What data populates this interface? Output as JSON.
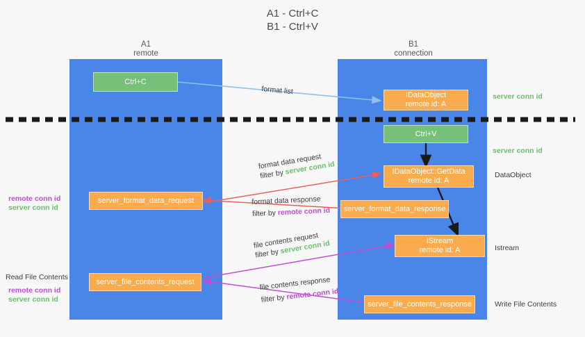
{
  "title": {
    "line1": "A1 - Ctrl+C",
    "line2": "B1 - Ctrl+V"
  },
  "columns": [
    {
      "name": "A1",
      "sub": "remote"
    },
    {
      "name": "B1",
      "sub": "connection"
    }
  ],
  "nodes": {
    "ctrl_c": {
      "label": "Ctrl+C"
    },
    "idataobject": {
      "line1": "IDataObject",
      "line2": "remote id: A"
    },
    "ctrl_v": {
      "label": "Ctrl+V"
    },
    "getdata": {
      "line1": "IDataObject::GetData",
      "line2": "remote id: A"
    },
    "istream": {
      "line1": "IStream",
      "line2": "remote id: A"
    },
    "server_format_data_request": {
      "label": "server_format_data_request"
    },
    "server_format_data_response": {
      "label": "server_format_data_response"
    },
    "server_file_contents_request": {
      "label": "server_file_contents_request"
    },
    "server_file_contents_response": {
      "label": "server_file_contents_response"
    }
  },
  "edge_labels": {
    "format_list": {
      "text": "format list"
    },
    "format_data_request": {
      "line1": "format data request",
      "filter_prefix": "filter by ",
      "filter_key": "server conn id"
    },
    "format_data_response": {
      "line1": "format data response",
      "filter_prefix": "filter by ",
      "filter_key": "remote conn id"
    },
    "file_contents_request": {
      "line1": "file contents request",
      "filter_prefix": "filter by ",
      "filter_key": "server conn id"
    },
    "file_contents_response": {
      "line1": "file contents response",
      "filter_prefix": "filter by ",
      "filter_key": "remote conn id"
    }
  },
  "annotations": {
    "right_server_conn_id_top": "server conn id",
    "right_server_conn_id_mid": "server conn id",
    "right_dataobject": "DataObject",
    "right_istream": "Istream",
    "right_write_file_contents": "Write File Contents",
    "left_remote_conn_id_mid": "remote conn id",
    "left_server_conn_id_mid": "server conn id",
    "left_read_file_contents": "Read File Contents",
    "left_remote_conn_id_bottom": "remote conn id",
    "left_server_conn_id_bottom": "server conn id"
  },
  "colors": {
    "lane": "#4a86e8",
    "node_green": "#76c07a",
    "node_orange": "#f9ab4e",
    "arrow_light_blue": "#8fc0ea",
    "arrow_red": "#e8605a",
    "arrow_purple": "#c24bd4",
    "arrow_black": "#1a1a1a",
    "divider": "#1a1a1a",
    "text_green": "#6bbf6b",
    "text_purple": "#c24bd4",
    "background": "#f7f7f7"
  }
}
